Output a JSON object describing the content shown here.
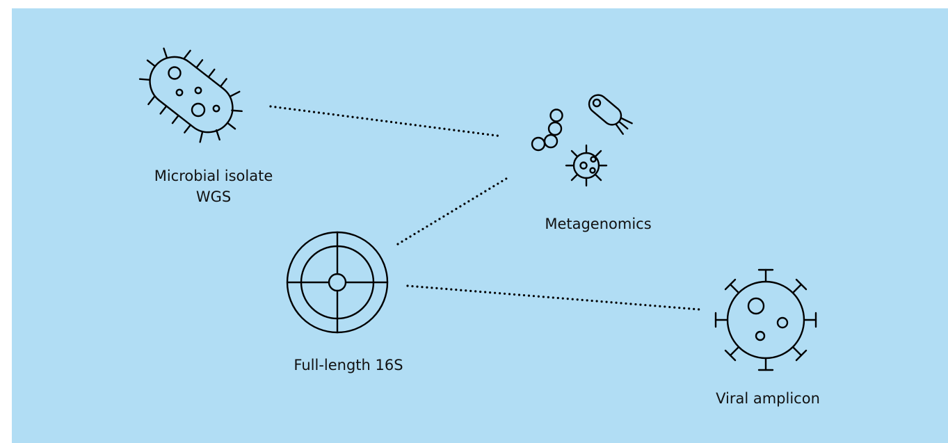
{
  "background_color": "#b1ddf4",
  "nodes": {
    "microbial_isolate": {
      "icon": "bacterium-icon",
      "label_lines": [
        "Microbial isolate",
        "WGS"
      ]
    },
    "metagenomics": {
      "icon": "microbial-community-icon",
      "label": "Metagenomics"
    },
    "full_length_16s": {
      "icon": "target-icon",
      "label": "Full-length 16S"
    },
    "viral_amplicon": {
      "icon": "virus-icon",
      "label": "Viral amplicon"
    }
  }
}
